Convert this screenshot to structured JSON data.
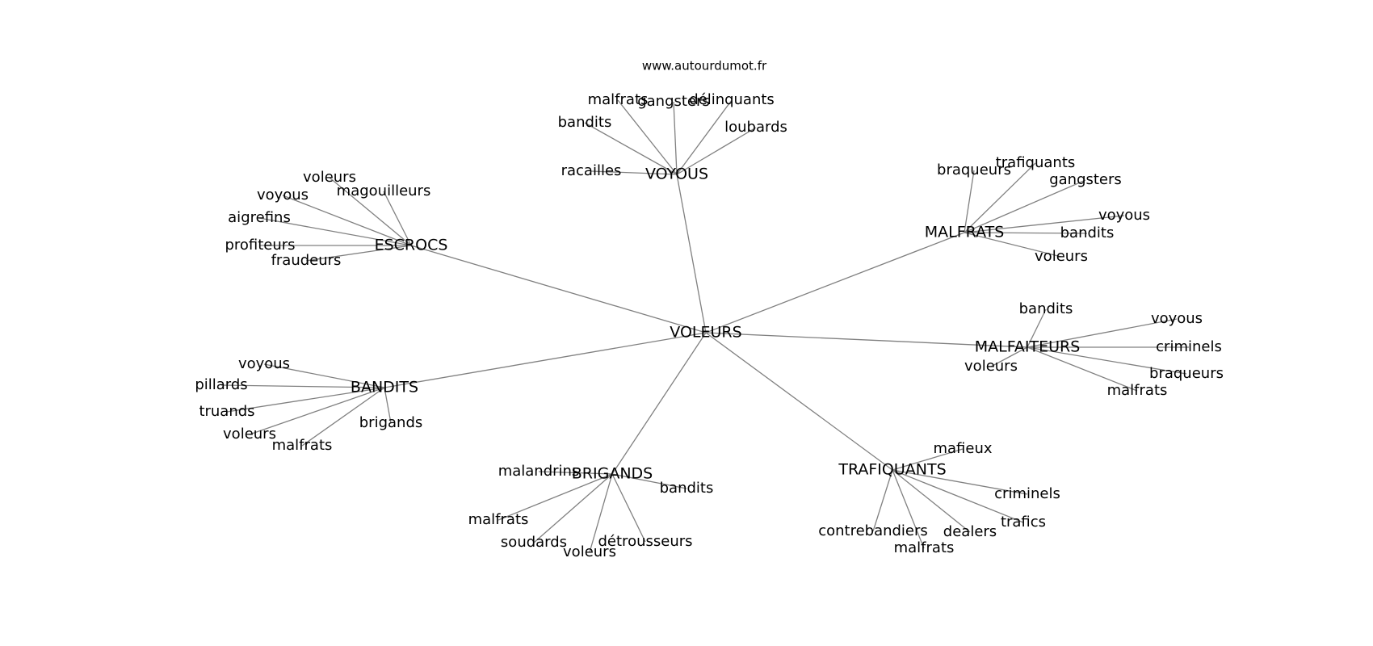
{
  "credit": "www.autourdumot.fr",
  "root": "VOLEURS",
  "clusters": [
    {
      "hub": "VOYOUS",
      "leaves": [
        "malfrats",
        "gangsters",
        "délinquants",
        "bandits",
        "loubards",
        "racailles"
      ]
    },
    {
      "hub": "MALFRATS",
      "leaves": [
        "braqueurs",
        "trafiquants",
        "gangsters",
        "voyous",
        "bandits",
        "voleurs"
      ]
    },
    {
      "hub": "ESCROCS",
      "leaves": [
        "voleurs",
        "voyous",
        "magouilleurs",
        "aigrefins",
        "profiteurs",
        "fraudeurs"
      ]
    },
    {
      "hub": "MALFAITEURS",
      "leaves": [
        "bandits",
        "voyous",
        "criminels",
        "voleurs",
        "braqueurs",
        "malfrats"
      ]
    },
    {
      "hub": "BANDITS",
      "leaves": [
        "voyous",
        "pillards",
        "truands",
        "voleurs",
        "malfrats",
        "brigands"
      ]
    },
    {
      "hub": "BRIGANDS",
      "leaves": [
        "malandrins",
        "bandits",
        "malfrats",
        "soudards",
        "voleurs",
        "détrousseurs"
      ]
    },
    {
      "hub": "TRAFIQUANTS",
      "leaves": [
        "mafieux",
        "criminels",
        "trafics",
        "dealers",
        "malfrats",
        "contrebandiers"
      ]
    }
  ]
}
